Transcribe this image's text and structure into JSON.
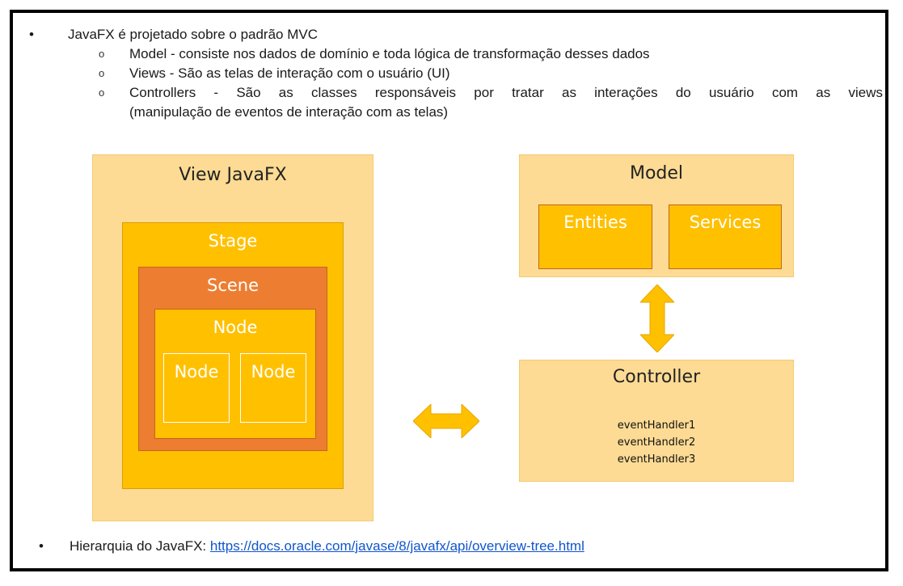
{
  "bullets": {
    "main": "JavaFX é projetado sobre o padrão MVC",
    "sub": [
      "Model - consiste nos dados de domínio e toda lógica de transformação desses dados",
      "Views - São as telas de interação com o usuário (UI)",
      "Controllers - São as classes responsáveis por tratar as interações do usuário com as views",
      "(manipulação de eventos de interação com as telas)"
    ],
    "bottom_text": "Hierarquia do JavaFX: ",
    "bottom_link": "https://docs.oracle.com/javase/8/javafx/api/overview-tree.html",
    "bullet_glyph": "•",
    "sub_glyph": "o"
  },
  "diagram": {
    "view": {
      "title": "View JavaFX",
      "stage": "Stage",
      "scene": "Scene",
      "node": "Node",
      "children": [
        "Node",
        "Node"
      ]
    },
    "model": {
      "title": "Model",
      "entities": "Entities",
      "services": "Services"
    },
    "controller": {
      "title": "Controller",
      "handlers": [
        "eventHandler1",
        "eventHandler2",
        "eventHandler3"
      ]
    },
    "colors": {
      "light": "#fddb94",
      "gold": "#ffc000",
      "orange": "#ed7d31",
      "arrow": "#ffc000"
    }
  }
}
